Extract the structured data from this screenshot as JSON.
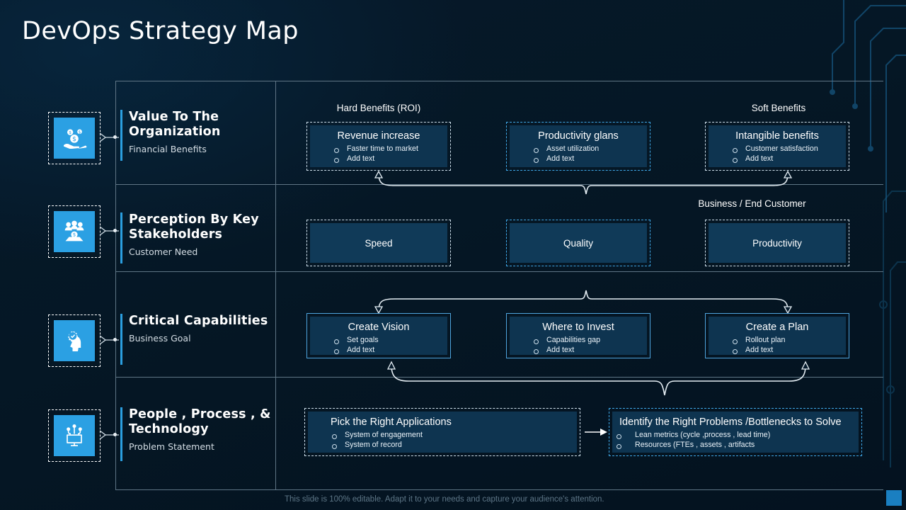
{
  "slide": {
    "title": "DevOps Strategy Map",
    "footer": "This slide is 100% editable. Adapt it to your needs and capture your audience's attention.",
    "colors": {
      "background": "#061b2c",
      "accent": "#2b9fe0",
      "icon_tile": "#2ba0e3",
      "box_fill": "#0e3450",
      "box_border_dashed": "#cfe0ec",
      "box_border_solid": "#4ea4de",
      "grid_line": "#5f7585",
      "text": "#ffffff",
      "footer_text": "#5d7687"
    }
  },
  "column_headings": {
    "hard_benefits": "Hard Benefits (ROI)",
    "soft_benefits": "Soft Benefits",
    "business_end_customer": "Business / End Customer"
  },
  "rows": [
    {
      "id": "value-to-the-organization",
      "icon": "money-hand-icon",
      "title": "Value To The Organization",
      "subtitle": "Financial Benefits",
      "cards": [
        {
          "title": "Revenue increase",
          "bullets": [
            "Faster time to market",
            "Add text"
          ]
        },
        {
          "title": "Productivity glans",
          "bullets": [
            "Asset utilization",
            "Add text"
          ]
        },
        {
          "title": "Intangible benefits",
          "bullets": [
            "Customer satisfaction",
            "Add text"
          ]
        }
      ]
    },
    {
      "id": "perception-by-key-stakeholders",
      "icon": "stakeholders-icon",
      "title": "Perception By Key Stakeholders",
      "subtitle": "Customer Need",
      "cards": [
        {
          "title": "Speed",
          "bullets": []
        },
        {
          "title": "Quality",
          "bullets": []
        },
        {
          "title": "Productivity",
          "bullets": []
        }
      ]
    },
    {
      "id": "critical-capabilities",
      "icon": "gear-head-icon",
      "title": "Critical Capabilities",
      "subtitle": "Business Goal",
      "cards": [
        {
          "title": "Create Vision",
          "bullets": [
            "Set goals",
            "Add text"
          ]
        },
        {
          "title": "Where to Invest",
          "bullets": [
            "Capabilities gap",
            "Add text"
          ]
        },
        {
          "title": "Create a Plan",
          "bullets": [
            "Rollout plan",
            "Add text"
          ]
        }
      ]
    },
    {
      "id": "people-process-technology",
      "icon": "monitor-network-icon",
      "title": "People , Process , & Technology",
      "subtitle": "Problem Statement",
      "cards": [
        {
          "title": "Pick the Right Applications",
          "bullets": [
            "System of engagement",
            "System of record"
          ]
        },
        {
          "title": "Identify the Right Problems /Bottlenecks to Solve",
          "bullets": [
            "Lean metrics (cycle ,process , lead time)",
            "Resources (FTEs , assets , artifacts"
          ]
        }
      ]
    }
  ]
}
